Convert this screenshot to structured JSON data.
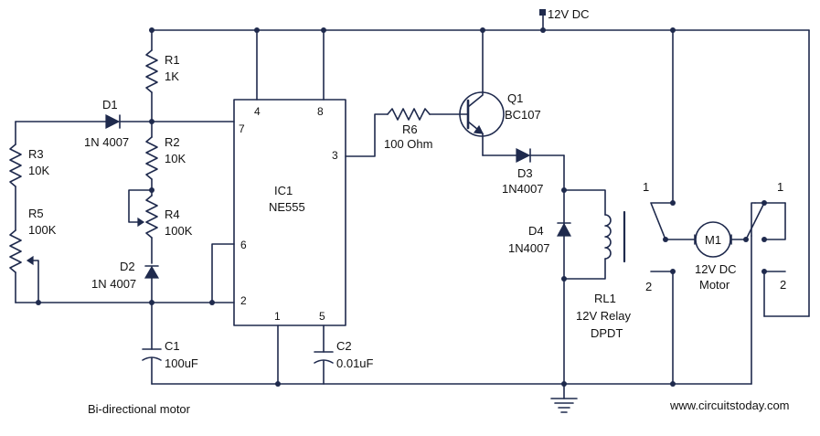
{
  "supply": {
    "label": "12V DC"
  },
  "components": {
    "r1": {
      "name": "R1",
      "value": "1K"
    },
    "r2": {
      "name": "R2",
      "value": "10K"
    },
    "r3": {
      "name": "R3",
      "value": "10K"
    },
    "r4": {
      "name": "R4",
      "value": "100K"
    },
    "r5": {
      "name": "R5",
      "value": "100K"
    },
    "r6": {
      "name": "R6",
      "value": "100 Ohm"
    },
    "d1": {
      "name": "D1",
      "value": "1N 4007"
    },
    "d2": {
      "name": "D2",
      "value": "1N 4007"
    },
    "d3": {
      "name": "D3",
      "value": "1N4007"
    },
    "d4": {
      "name": "D4",
      "value": "1N4007"
    },
    "c1": {
      "name": "C1",
      "value": "100uF"
    },
    "c2": {
      "name": "C2",
      "value": "0.01uF"
    },
    "q1": {
      "name": "Q1",
      "value": "BC107"
    },
    "ic1": {
      "name": "IC1",
      "value": "NE555"
    },
    "rl1": {
      "name": "RL1",
      "value": "12V Relay",
      "type": "DPDT"
    },
    "m1": {
      "name": "M1",
      "value": "12V DC",
      "type": "Motor"
    }
  },
  "ic_pins": {
    "p1": "1",
    "p2": "2",
    "p3": "3",
    "p4": "4",
    "p5": "5",
    "p6": "6",
    "p7": "7",
    "p8": "8"
  },
  "relay_contacts": {
    "left_1": "1",
    "left_2": "2",
    "right_1": "1",
    "right_2": "2"
  },
  "caption": "Bi-directional motor",
  "website": "www.circuitstoday.com",
  "colors": {
    "wire": "#1f2a4d",
    "background": "#ffffff",
    "text": "#111111"
  }
}
